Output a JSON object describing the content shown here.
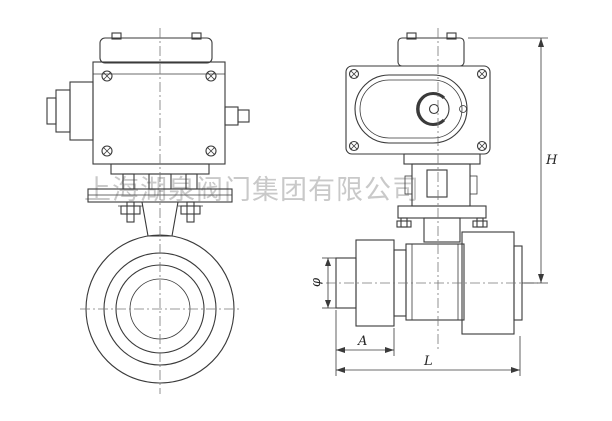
{
  "watermark": {
    "text": "上海湖泉阀门集团有限公司"
  },
  "dimensions": {
    "H": "H",
    "L": "L",
    "A": "A",
    "phi": "φ"
  },
  "colors": {
    "line": "#3a3a3a",
    "centerline": "#777777",
    "watermark": "#c9c9c9",
    "background": "#ffffff"
  }
}
